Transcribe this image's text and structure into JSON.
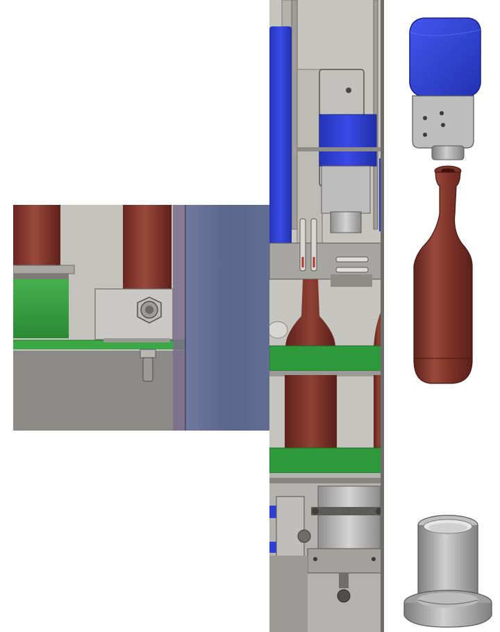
{
  "figure": {
    "views": [
      "detail-view",
      "machine-section-view",
      "exploded-parts-view"
    ],
    "colors": {
      "bottle": "#7a2e26",
      "bottle_highlight": "#9a4a3c",
      "green_plate": "#2f9a3c",
      "blue_cap": "#2f3fd6",
      "steel": "#b9b9b9",
      "dark_steel": "#6f6f6f",
      "frame": "#8f8f8f",
      "glass_panel": "#5f6b8c"
    },
    "parts": [
      "capping-head",
      "bottle",
      "bottle-holder-cup"
    ]
  }
}
